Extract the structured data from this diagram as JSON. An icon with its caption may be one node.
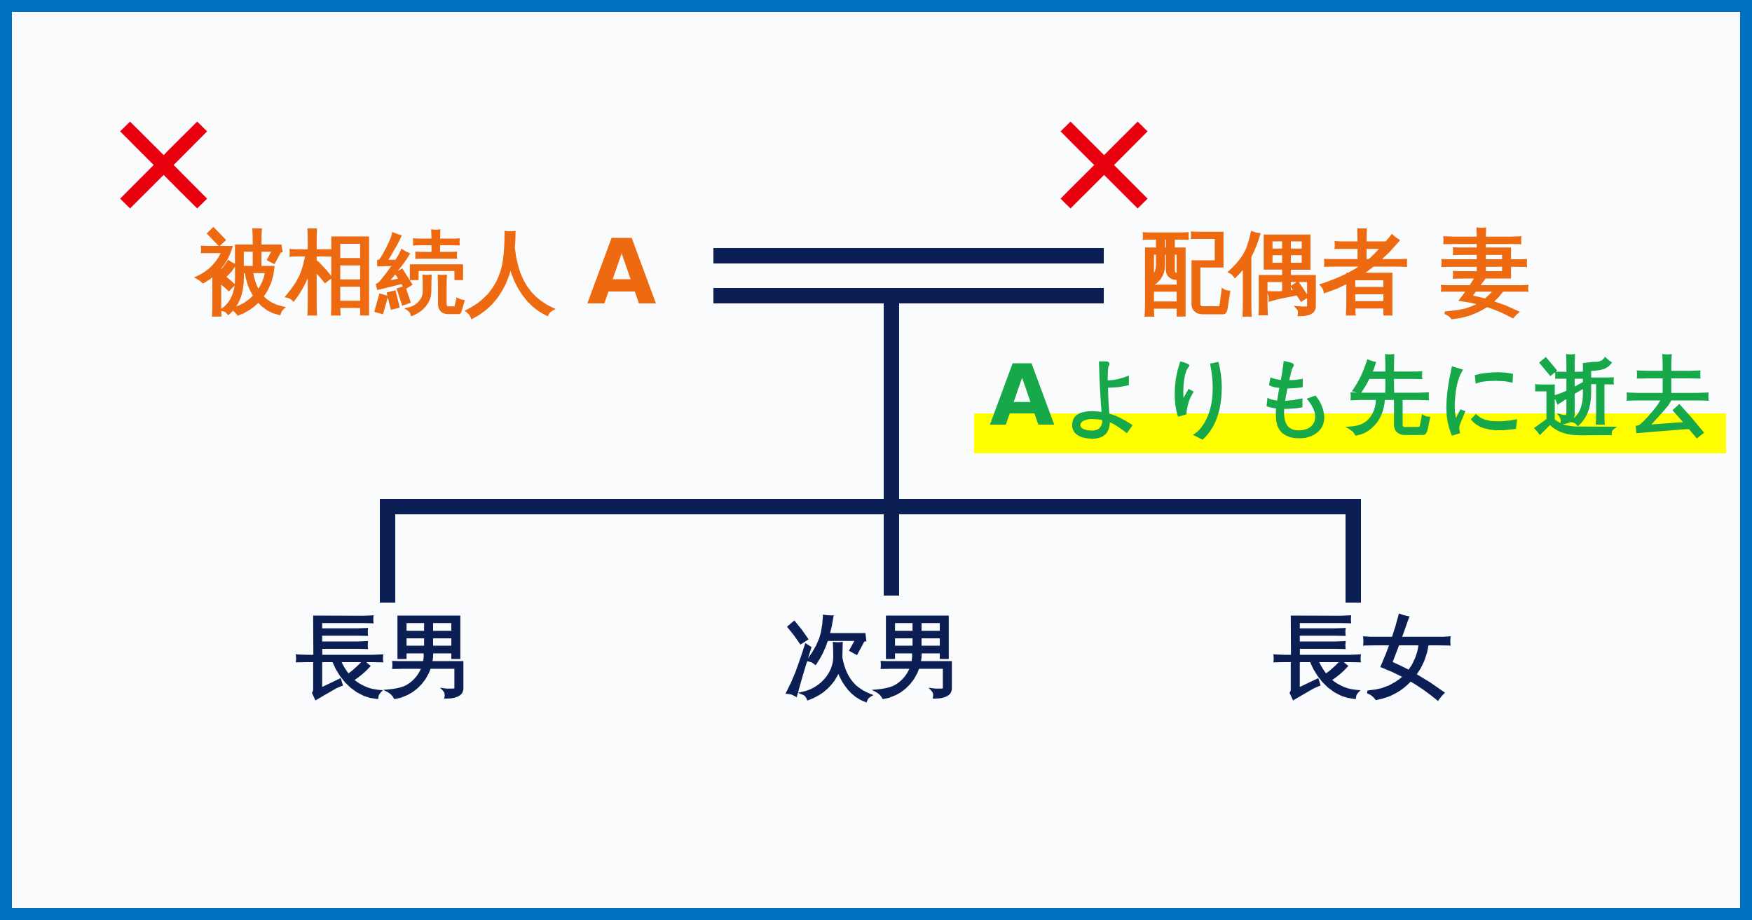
{
  "diagram": {
    "nodes": [
      {
        "text": [
          "被相続人 A"
        ]
      },
      {
        "text": [
          "配偶者 妻"
        ],
        "beside": [
          "Aよりも先に逝去"
        ]
      },
      {
        "text": [
          "長男"
        ]
      },
      {
        "text": [
          "次男"
        ]
      },
      {
        "text": [
          "長女"
        ]
      }
    ],
    "edges": [
      {
        "from": 0,
        "to": 1,
        "arrow": "none"
      },
      {
        "from": 0,
        "to": 2,
        "arrow": "none"
      },
      {
        "from": 0,
        "to": 3,
        "arrow": "none"
      },
      {
        "from": 0,
        "to": 4,
        "arrow": "none"
      },
      {
        "from": 1,
        "to": 2,
        "arrow": "none"
      },
      {
        "from": 1,
        "to": 3,
        "arrow": "none"
      },
      {
        "from": 1,
        "to": 4,
        "arrow": "none"
      }
    ]
  }
}
